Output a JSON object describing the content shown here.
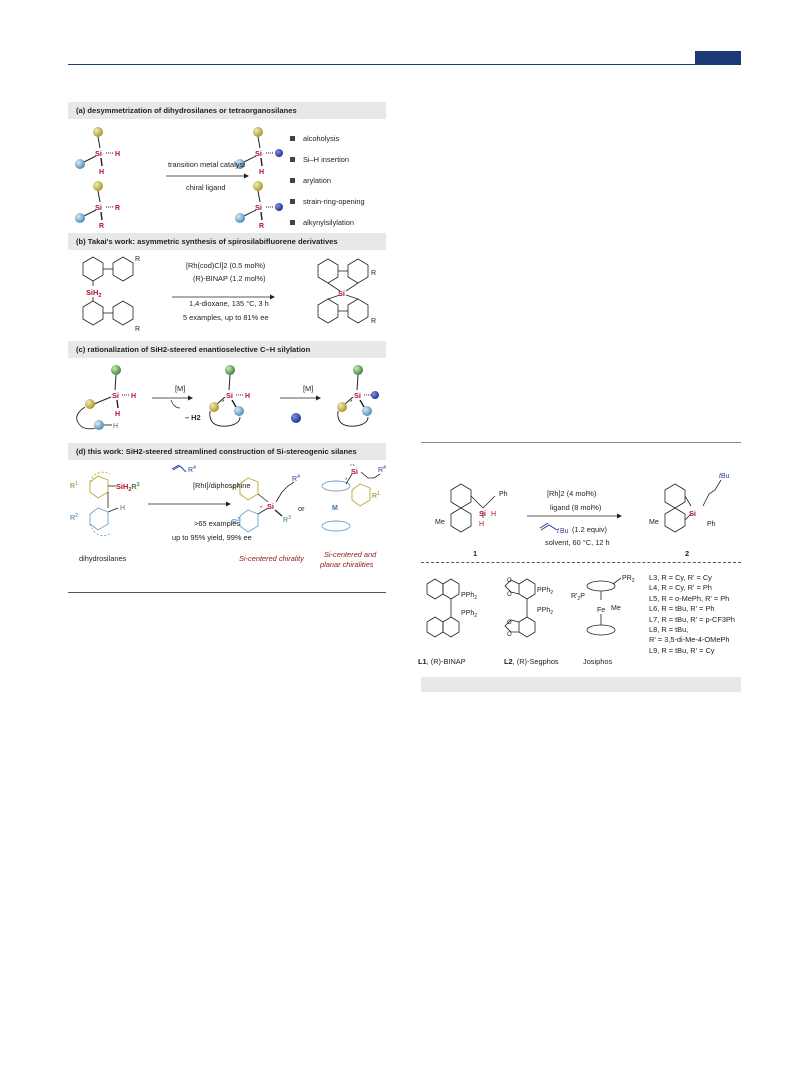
{
  "panels": {
    "a": {
      "header": "(a) desymmetrization of dihydrosilanes or tetraorganosilanes",
      "arrow_top": "transition metal catalyst",
      "arrow_bottom": "chiral ligand",
      "methods": [
        "alcoholysis",
        "Si–H insertion",
        "arylation",
        "strain-ring-opening",
        "alkynylsilylation"
      ]
    },
    "b": {
      "header": "(b) Takai's work: asymmetric synthesis of spirosilabifluorene derivatives",
      "conditions": [
        "[Rh(cod)Cl]2 (0.5 mol%)",
        "(R)-BINAP (1.2 mol%)",
        "1,4-dioxane, 135 °C, 3 h",
        "5 examples, up to 81% ee"
      ]
    },
    "c": {
      "header": "(c) rationalization of SiH2-steered enantioselective C–H silylation",
      "step1": "[M]",
      "step1_byproduct": "– H2",
      "step2": "[M]"
    },
    "d": {
      "header": "(d) this work: SiH2-steered streamlined construction of Si-stereogenic silanes",
      "reagent": "[RhI]/diphosphine",
      "scope": ">65 examples",
      "yield": "up to 95% yield, 99% ee",
      "or": "or",
      "substrate_label": "dihydrosilanes",
      "product1_label": "Si-centered chirality",
      "product2_label_1": "Si-centered and",
      "product2_label_2": "planar chiralities"
    }
  },
  "right_scheme": {
    "cond1": "[Rh]2 (4 mol%)",
    "cond2": "ligand (8 mol%)",
    "cond3": "(1.2 equiv)",
    "cond4": "solvent, 60 °C, 12 h",
    "compound1": "1",
    "compound2": "2",
    "ligands": [
      {
        "id": "L1",
        "name": "(R)-BINAP"
      },
      {
        "id": "L2",
        "name": "(R)-Segphos"
      },
      {
        "id": "",
        "name": "Josiphos"
      }
    ],
    "ligand_list": [
      "L3, R = Cy, R' = Cy",
      "L4, R = Cy, R' = Ph",
      "L5, R = o-MePh, R' = Ph",
      "L6, R = tBu, R' = Ph",
      "L7, R = tBu, R' = p-CF3Ph",
      "L8, R = tBu,",
      "R' = 3,5-di-Me-4-OMePh",
      "L9, R = tBu, R' = Cy"
    ]
  },
  "colors": {
    "accent": "#1d3a78",
    "si_red": "#b0102a",
    "ball_yellow": "#b8a832",
    "ball_blue": "#6fa3c8",
    "ball_green": "#4a9a3e",
    "ball_navy": "#2a3c9c",
    "header_bg": "#e8e8e8"
  }
}
